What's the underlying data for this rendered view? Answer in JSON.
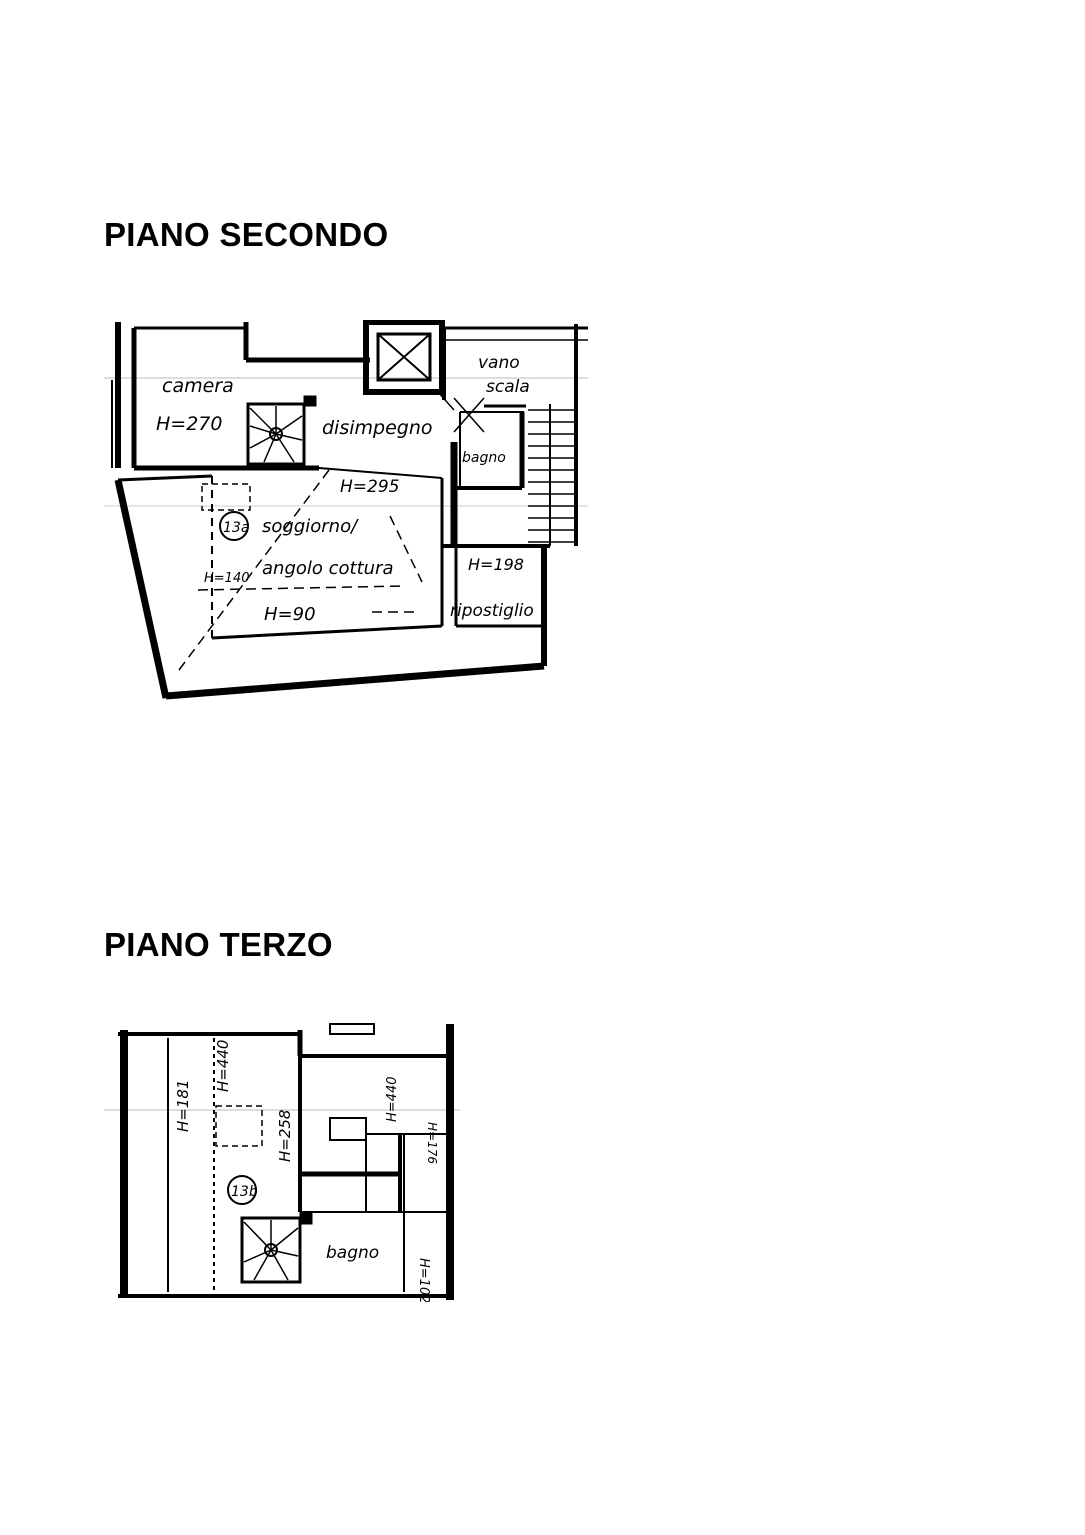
{
  "floor2": {
    "heading": "PIANO SECONDO",
    "rooms": {
      "camera": "camera",
      "camera_h": "H=270",
      "disimpegno": "disimpegno",
      "vano_scala_1": "vano",
      "vano_scala_2": "scala",
      "bagno": "bagno",
      "soggiorno_h": "H=295",
      "soggiorno": "soggiorno/",
      "angolo_cottura": "angolo cottura",
      "h140": "H=140",
      "h90": "H=90",
      "h198": "H=198",
      "ripostiglio": "ripostiglio",
      "unit_id": "13a"
    }
  },
  "floor3": {
    "heading": "PIANO TERZO",
    "rooms": {
      "h181": "H=181",
      "h440a": "H=440",
      "h258": "H=258",
      "h440b": "H=440",
      "h176": "H=176",
      "unit_id": "13b",
      "bagno": "bagno",
      "h102": "H=102"
    }
  }
}
